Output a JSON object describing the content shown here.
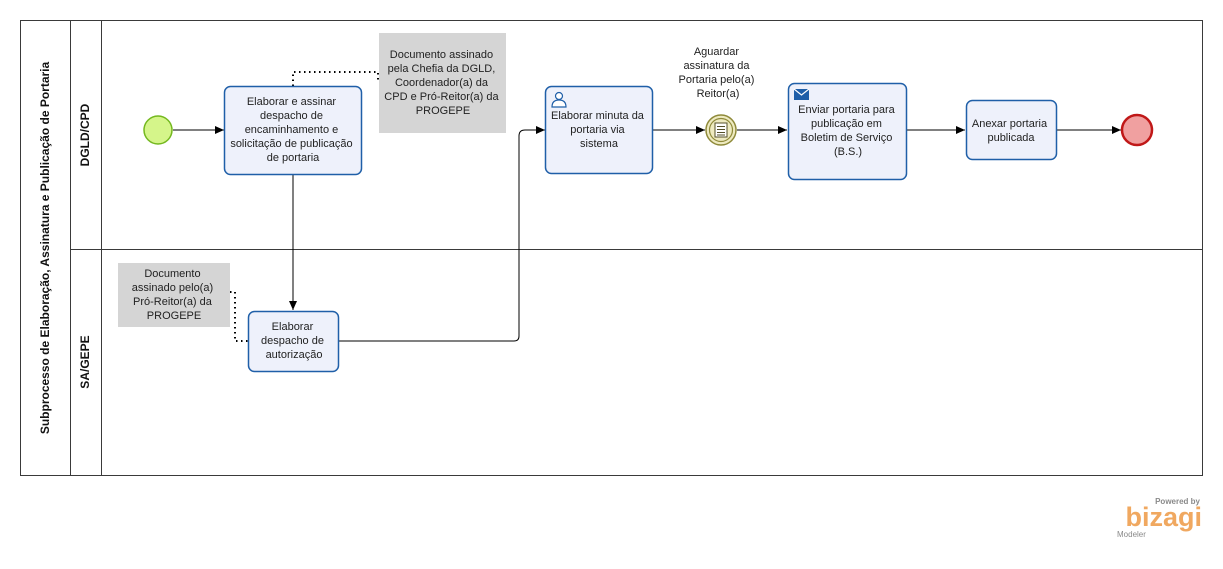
{
  "pool": {
    "title": "Subprocesso de Elaboração, Assinatura e Publicação de Portaria"
  },
  "lanes": [
    {
      "id": "dgld",
      "title": "DGLD/CPD"
    },
    {
      "id": "sagepe",
      "title": "SA/GEPE"
    }
  ],
  "tasks": [
    {
      "id": "t1",
      "lines": [
        "Elaborar e assinar",
        "despacho de",
        "encaminhamento e",
        "solicitação de publicação",
        "de portaria"
      ]
    },
    {
      "id": "t2",
      "lines": [
        "Elaborar",
        "despacho de",
        "autorização"
      ]
    },
    {
      "id": "t3",
      "lines": [
        "Elaborar minuta da",
        "portaria via",
        "sistema"
      ],
      "icon": "user-task-icon"
    },
    {
      "id": "t4",
      "lines": [
        "Enviar portaria para",
        "publicação em",
        "Boletim de Serviço",
        "(B.S.)"
      ],
      "icon": "envelope-icon"
    },
    {
      "id": "t5",
      "lines": [
        "Anexar portaria",
        "publicada"
      ]
    }
  ],
  "annotations": [
    {
      "id": "a1",
      "lines": [
        "Documento assinado",
        "pela Chefia da DGLD,",
        "Coordenador(a) da",
        "CPD e Pró-Reitor(a) da",
        "PROGEPE"
      ]
    },
    {
      "id": "a2",
      "lines": [
        "Documento",
        "assinado pelo(a)",
        "Pró-Reitor(a) da",
        "PROGEPE"
      ]
    }
  ],
  "events": {
    "intermediate_label": [
      "Aguardar",
      "assinatura da",
      "Portaria pelo(a)",
      "Reitor(a)"
    ]
  },
  "colors": {
    "task_fill": "#eef1fb",
    "task_stroke": "#1f5fa8",
    "start_fill": "#d5f58a",
    "start_stroke": "#74b81f",
    "end_fill": "#f0a0a0",
    "end_stroke": "#c01818",
    "intermediate_fill": "#eeeac0",
    "intermediate_stroke": "#8f8a3a",
    "annotation_fill": "#d5d5d5"
  },
  "branding": {
    "powered_by": "Powered by",
    "name": "bizagi",
    "product": "Modeler"
  }
}
